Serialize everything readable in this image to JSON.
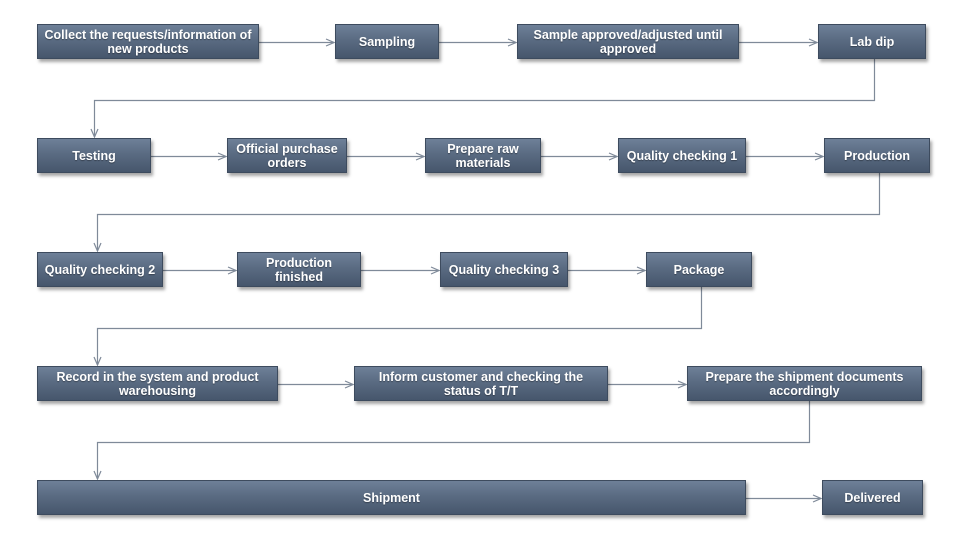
{
  "flow": {
    "steps": [
      {
        "id": "collect",
        "label": "Collect the requests/information of new products"
      },
      {
        "id": "sampling",
        "label": "Sampling"
      },
      {
        "id": "sample_approved",
        "label": "Sample approved/adjusted until approved"
      },
      {
        "id": "lab_dip",
        "label": "Lab dip"
      },
      {
        "id": "testing",
        "label": "Testing"
      },
      {
        "id": "official_po",
        "label": "Official  purchase orders"
      },
      {
        "id": "prepare_raw",
        "label": "Prepare raw materials"
      },
      {
        "id": "qc1",
        "label": "Quality checking 1"
      },
      {
        "id": "production",
        "label": "Production"
      },
      {
        "id": "qc2",
        "label": "Quality checking 2"
      },
      {
        "id": "production_finished",
        "label": "Production finished"
      },
      {
        "id": "qc3",
        "label": "Quality checking 3"
      },
      {
        "id": "package",
        "label": "Package"
      },
      {
        "id": "record",
        "label": "Record in the system and product warehousing"
      },
      {
        "id": "inform",
        "label": "Inform customer and checking the status of T/T"
      },
      {
        "id": "prepare_docs",
        "label": "Prepare the shipment documents accordingly"
      },
      {
        "id": "shipment",
        "label": "Shipment"
      },
      {
        "id": "delivered",
        "label": "Delivered"
      }
    ],
    "edges": [
      [
        "collect",
        "sampling"
      ],
      [
        "sampling",
        "sample_approved"
      ],
      [
        "sample_approved",
        "lab_dip"
      ],
      [
        "lab_dip",
        "testing"
      ],
      [
        "testing",
        "official_po"
      ],
      [
        "official_po",
        "prepare_raw"
      ],
      [
        "prepare_raw",
        "qc1"
      ],
      [
        "qc1",
        "production"
      ],
      [
        "production",
        "qc2"
      ],
      [
        "qc2",
        "production_finished"
      ],
      [
        "production_finished",
        "qc3"
      ],
      [
        "qc3",
        "package"
      ],
      [
        "package",
        "record"
      ],
      [
        "record",
        "inform"
      ],
      [
        "inform",
        "prepare_docs"
      ],
      [
        "prepare_docs",
        "shipment"
      ],
      [
        "shipment",
        "delivered"
      ]
    ]
  },
  "colors": {
    "box_top": "#6e8098",
    "box_bottom": "#46566c",
    "box_text": "#ffffff",
    "connector": "#7f8a99"
  }
}
